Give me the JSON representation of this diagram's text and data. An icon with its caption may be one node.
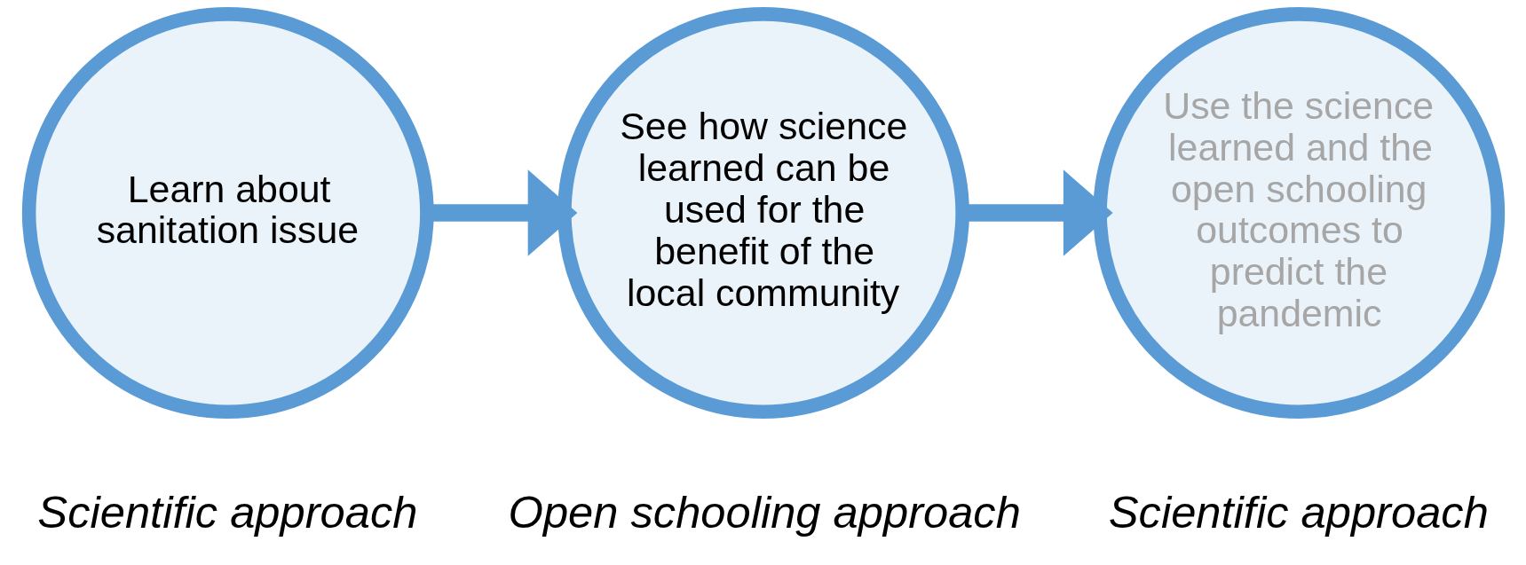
{
  "diagram": {
    "nodes": [
      {
        "text": [
          "Learn about sanitation issue"
        ],
        "beside": [
          "Scientific approach"
        ]
      },
      {
        "text": [
          "See how science learned can be used for the benefit of the local community"
        ],
        "beside": [
          "Open schooling approach"
        ]
      },
      {
        "text": [
          "Use the science learned and the open schooling outcomes to predict the pandemic"
        ],
        "beside": [
          "Scientific approach"
        ]
      }
    ],
    "edges": [
      {
        "from": 0,
        "to": 1,
        "arrow": "to"
      },
      {
        "from": 1,
        "to": 2,
        "arrow": "to"
      }
    ]
  }
}
